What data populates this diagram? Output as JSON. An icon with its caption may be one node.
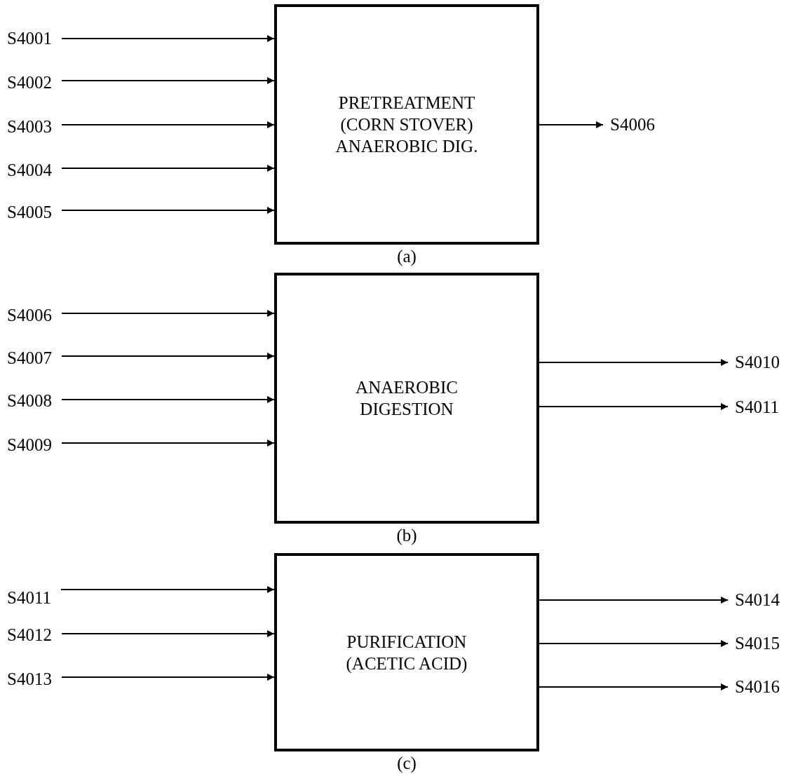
{
  "diagram": {
    "nodes": [
      {
        "text": [
          "PRETREATMENT (CORN STOVER) ANAEROBIC DIG."
        ],
        "beside": [
          "(a)"
        ]
      },
      {
        "text": [
          "S4001"
        ]
      },
      {
        "text": [
          "S4002"
        ]
      },
      {
        "text": [
          "S4003"
        ]
      },
      {
        "text": [
          "S4004"
        ]
      },
      {
        "text": [
          "S4005"
        ]
      },
      {
        "text": [
          "S4006"
        ]
      },
      {
        "text": [
          "ANAEROBIC DIGESTION"
        ],
        "beside": [
          "(b)"
        ]
      },
      {
        "text": [
          "S4006"
        ]
      },
      {
        "text": [
          "S4007"
        ]
      },
      {
        "text": [
          "S4008"
        ]
      },
      {
        "text": [
          "S4009"
        ]
      },
      {
        "text": [
          "S4010"
        ]
      },
      {
        "text": [
          "S4011"
        ]
      },
      {
        "text": [
          "PURIFICATION (ACETIC ACID)"
        ],
        "beside": [
          "(c)"
        ]
      },
      {
        "text": [
          "S4011"
        ]
      },
      {
        "text": [
          "S4012"
        ]
      },
      {
        "text": [
          "S4013"
        ]
      },
      {
        "text": [
          "S4014"
        ]
      },
      {
        "text": [
          "S4015"
        ]
      },
      {
        "text": [
          "S4016"
        ]
      }
    ],
    "edges": [
      {
        "from": 1,
        "to": 0,
        "arrow": "to"
      },
      {
        "from": 2,
        "to": 0,
        "arrow": "to"
      },
      {
        "from": 3,
        "to": 0,
        "arrow": "to"
      },
      {
        "from": 4,
        "to": 0,
        "arrow": "to"
      },
      {
        "from": 5,
        "to": 0,
        "arrow": "to"
      },
      {
        "from": 0,
        "to": 6,
        "arrow": "to"
      },
      {
        "from": 8,
        "to": 7,
        "arrow": "to"
      },
      {
        "from": 9,
        "to": 7,
        "arrow": "to"
      },
      {
        "from": 10,
        "to": 7,
        "arrow": "to"
      },
      {
        "from": 11,
        "to": 7,
        "arrow": "to"
      },
      {
        "from": 7,
        "to": 12,
        "arrow": "to"
      },
      {
        "from": 7,
        "to": 13,
        "arrow": "to"
      },
      {
        "from": 15,
        "to": 14,
        "arrow": "to"
      },
      {
        "from": 16,
        "to": 14,
        "arrow": "to"
      },
      {
        "from": 17,
        "to": 14,
        "arrow": "to"
      },
      {
        "from": 14,
        "to": 18,
        "arrow": "to"
      },
      {
        "from": 14,
        "to": 19,
        "arrow": "to"
      },
      {
        "from": 14,
        "to": 20,
        "arrow": "to"
      }
    ]
  }
}
